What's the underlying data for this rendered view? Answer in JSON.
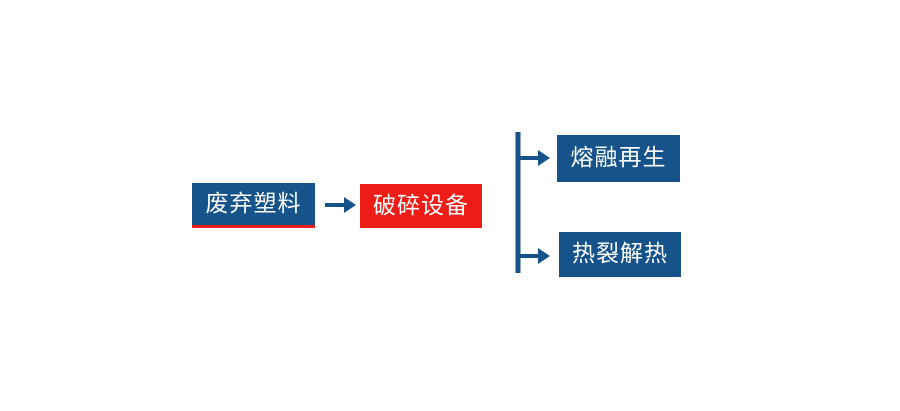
{
  "diagram": {
    "type": "flow-diagram",
    "background_color": "#ffffff",
    "colors": {
      "blue": "#16538A",
      "red": "#ED1C16",
      "text": "#ffffff",
      "connector": "#16538A"
    },
    "nodes": [
      {
        "id": "waste-plastic",
        "label": "废弃塑料",
        "fill": "#16538A",
        "accent": "#ED1C16",
        "role": "input"
      },
      {
        "id": "crusher",
        "label": "破碎设备",
        "fill": "#ED1C16",
        "role": "process"
      },
      {
        "id": "melt-regen",
        "label": "熔融再生",
        "fill": "#16538A",
        "role": "output"
      },
      {
        "id": "pyrolysis",
        "label": "热裂解热",
        "fill": "#16538A",
        "role": "output"
      }
    ],
    "connectors": [
      {
        "id": "arrow-main",
        "from": "waste-plastic",
        "to": "crusher",
        "kind": "arrow-right"
      },
      {
        "id": "branch-spine",
        "from": "crusher",
        "to": "split",
        "kind": "vertical-spine"
      },
      {
        "id": "arrow-branch-top",
        "from": "split",
        "to": "melt-regen",
        "kind": "arrow-right"
      },
      {
        "id": "arrow-branch-bottom",
        "from": "split",
        "to": "pyrolysis",
        "kind": "arrow-right"
      }
    ]
  }
}
